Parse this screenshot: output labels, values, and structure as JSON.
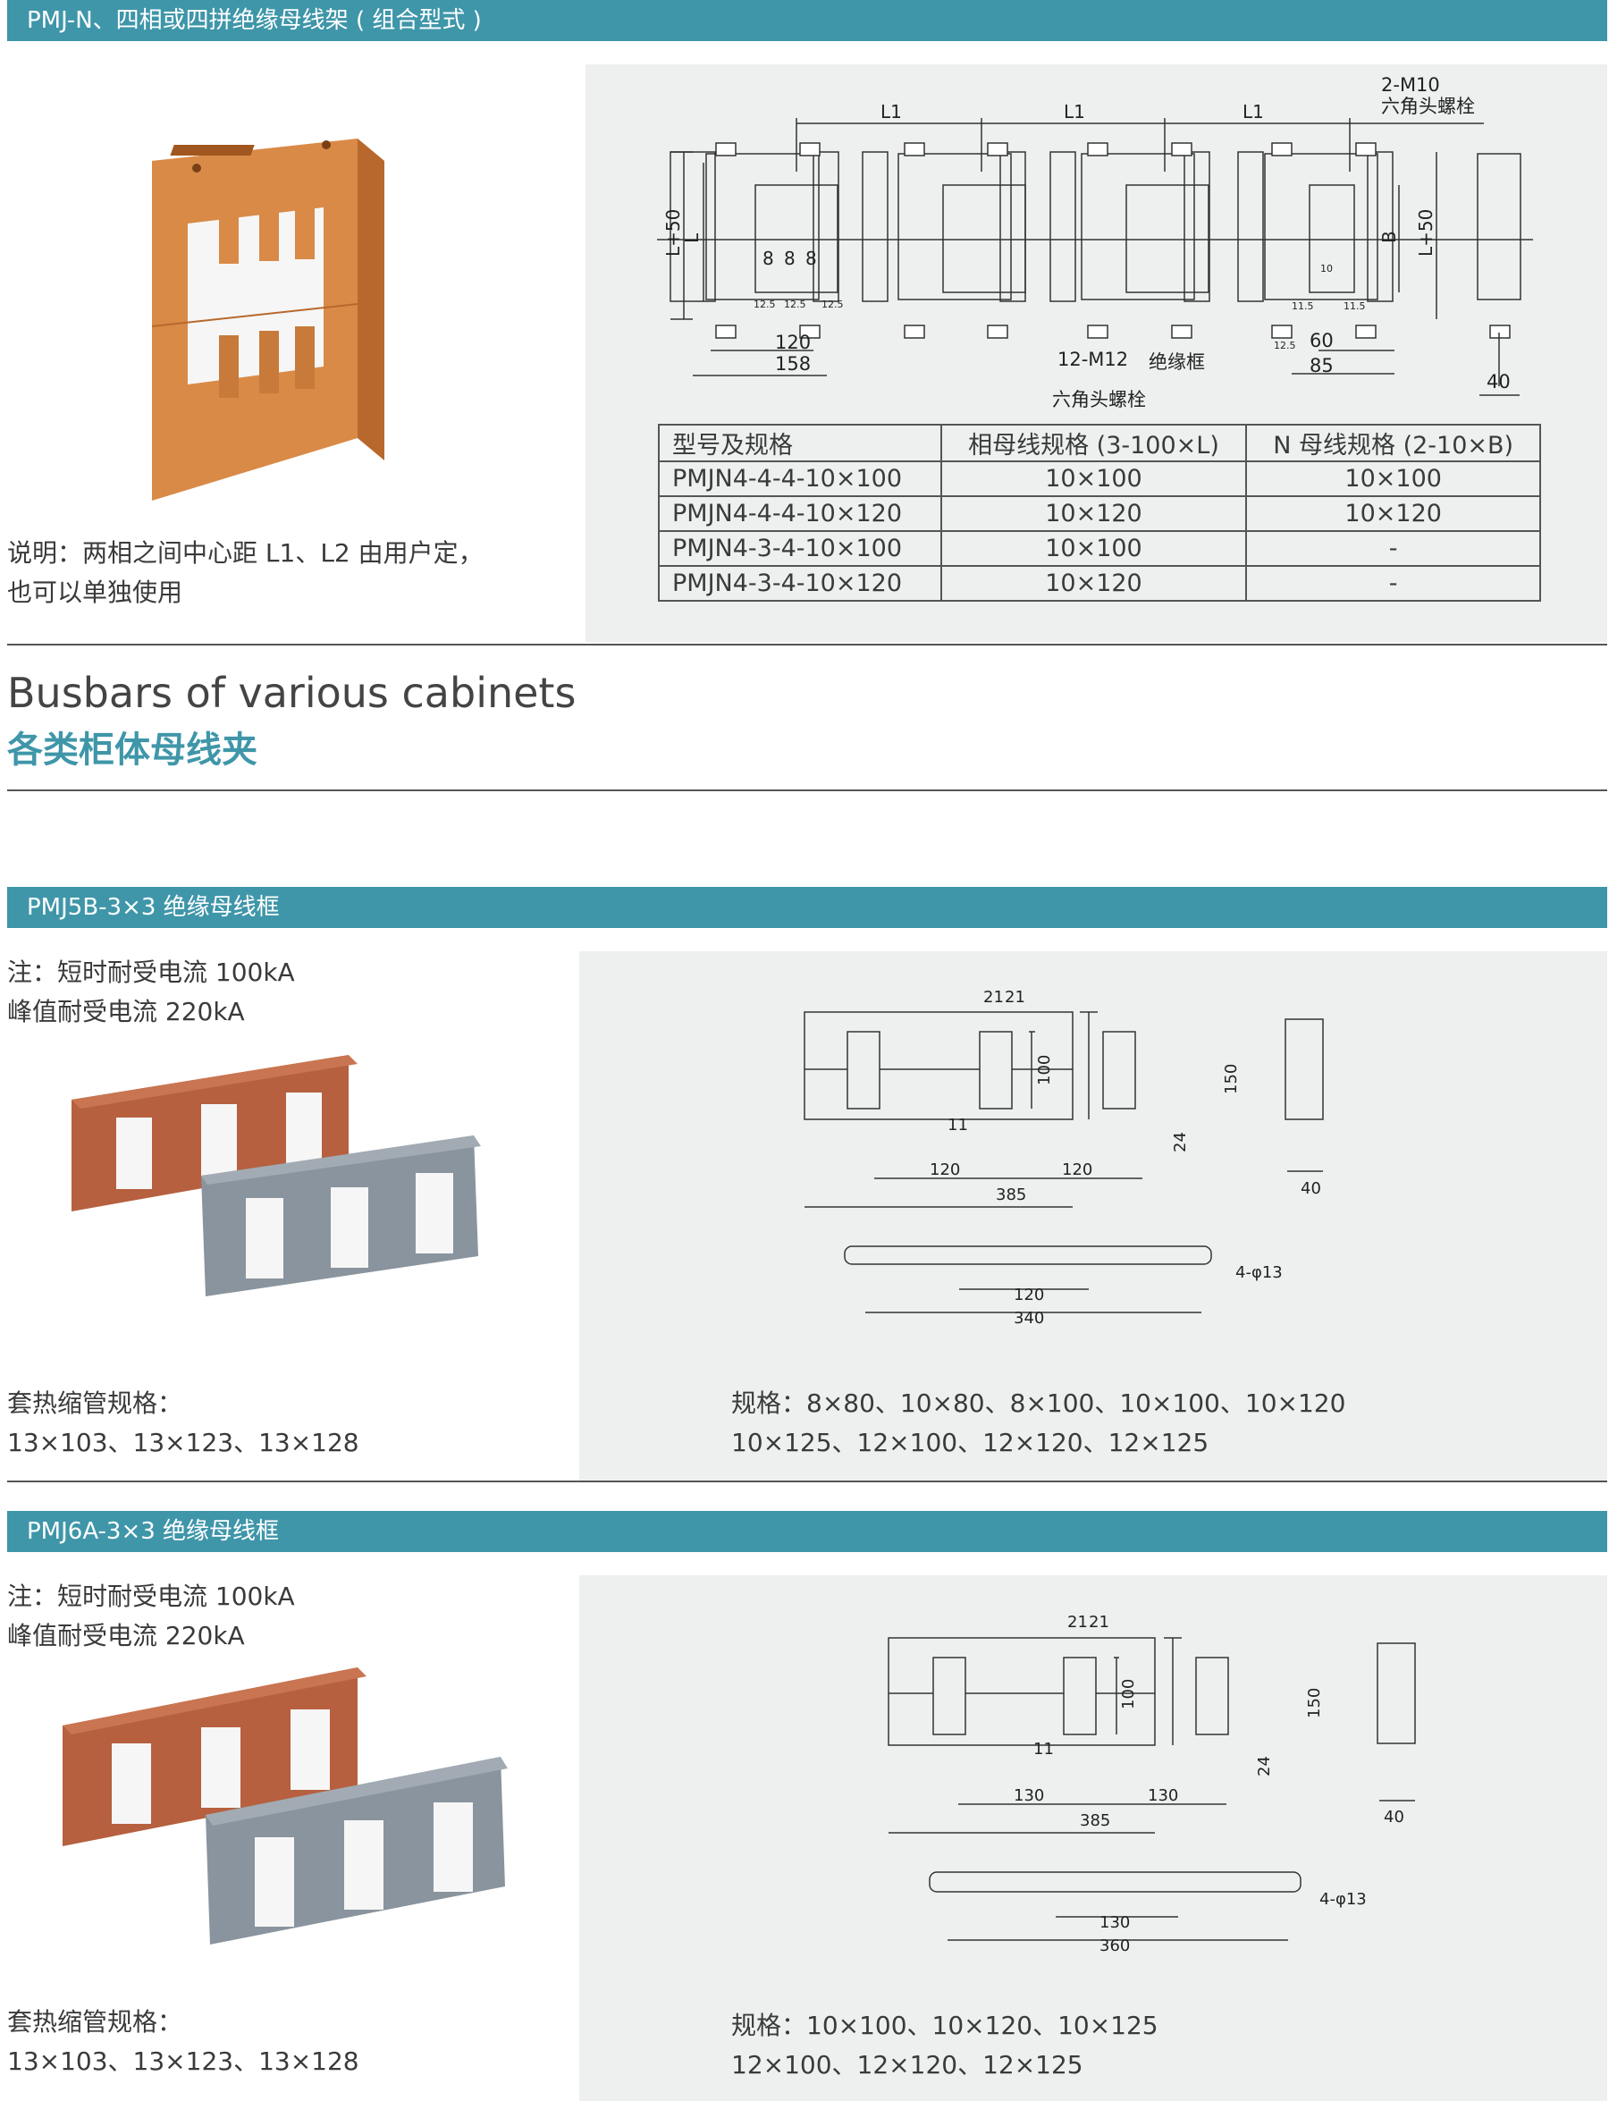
{
  "section1": {
    "title": "PMJ-N、四相或四拼绝缘母线架 ( 组合型式 )",
    "note_lines": [
      "说明：两相之间中心距 L1、L2 由用户定，",
      "也可以单独使用"
    ],
    "drawing": {
      "l1": "L1",
      "l_plus_50": "L+50",
      "l": "L",
      "b": "B",
      "d8": "8",
      "d12_5": "12.5",
      "d11_5": "11.5",
      "d10": "10",
      "d120": "120",
      "d158": "158",
      "d60": "60",
      "d85": "85",
      "d40": "40",
      "m10_a": "2-M10",
      "m10_b": "六角头螺栓",
      "m12_a": "12-M12",
      "m12_b": "六角头螺栓",
      "frame": "绝缘框"
    },
    "table": {
      "headers": [
        "型号及规格",
        "相母线规格 (3-100×L)",
        "N 母线规格 (2-10×B)"
      ],
      "rows": [
        [
          "PMJN4-4-4-10×100",
          "10×100",
          "10×100"
        ],
        [
          "PMJN4-4-4-10×120",
          "10×120",
          "10×120"
        ],
        [
          "PMJN4-3-4-10×100",
          "10×100",
          "-"
        ],
        [
          "PMJN4-3-4-10×120",
          "10×120",
          "-"
        ]
      ]
    }
  },
  "heading": {
    "en": "Busbars of various cabinets",
    "zh": "各类柜体母线夹"
  },
  "section2": {
    "title": "PMJ5B-3×3 绝缘母线框",
    "note_lines": [
      "注：短时耐受电流 100kA",
      "峰值耐受电流 220kA"
    ],
    "sleeve_lines": [
      "套热缩管规格：",
      "13×103、13×123、13×128"
    ],
    "spec_lines": [
      "规格：8×80、10×80、8×100、10×100、10×120",
      "10×125、12×100、12×120、12×125"
    ],
    "drawing": {
      "d21": "21",
      "d100": "100",
      "d150": "150",
      "d11": "11",
      "d24": "24",
      "pitch": "120",
      "total": "385",
      "depth": "40",
      "holes": "4-φ13",
      "hole_pitch": "120",
      "hole_total": "340"
    }
  },
  "section3": {
    "title": "PMJ6A-3×3 绝缘母线框",
    "note_lines": [
      "注：短时耐受电流 100kA",
      "峰值耐受电流 220kA"
    ],
    "sleeve_lines": [
      "套热缩管规格：",
      "13×103、13×123、13×128"
    ],
    "spec_lines": [
      "规格：10×100、10×120、10×125",
      "12×100、12×120、12×125"
    ],
    "drawing": {
      "d21": "21",
      "d100": "100",
      "d150": "150",
      "d11": "11",
      "d24": "24",
      "pitch": "130",
      "total": "385",
      "depth": "40",
      "holes": "4-φ13",
      "hole_pitch": "130",
      "hole_total": "360"
    }
  },
  "colors": {
    "bar": "#3f96a9",
    "heading_zh": "#3f96a9",
    "panel": "#eef0f0",
    "orange_product": "#d98a47",
    "red_product": "#b6603f",
    "grey_product": "#8a949e"
  }
}
